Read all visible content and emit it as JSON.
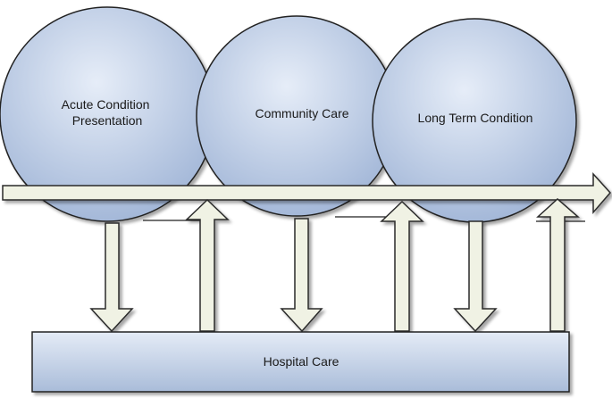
{
  "nodes": {
    "acute": {
      "line1": "Acute Condition",
      "line2": "Presentation"
    },
    "community": {
      "label": "Community Care"
    },
    "longterm": {
      "label": "Long Term Condition"
    },
    "hospital": {
      "label": "Hospital Care"
    }
  },
  "colors": {
    "circle_light": "#e6edf8",
    "circle_dark": "#9fb4d6",
    "arrow_fill": "#f0f2e4",
    "arrow_stroke": "#2b2b2b",
    "box_light": "#e4ebf6",
    "box_dark": "#a9bcd9"
  }
}
